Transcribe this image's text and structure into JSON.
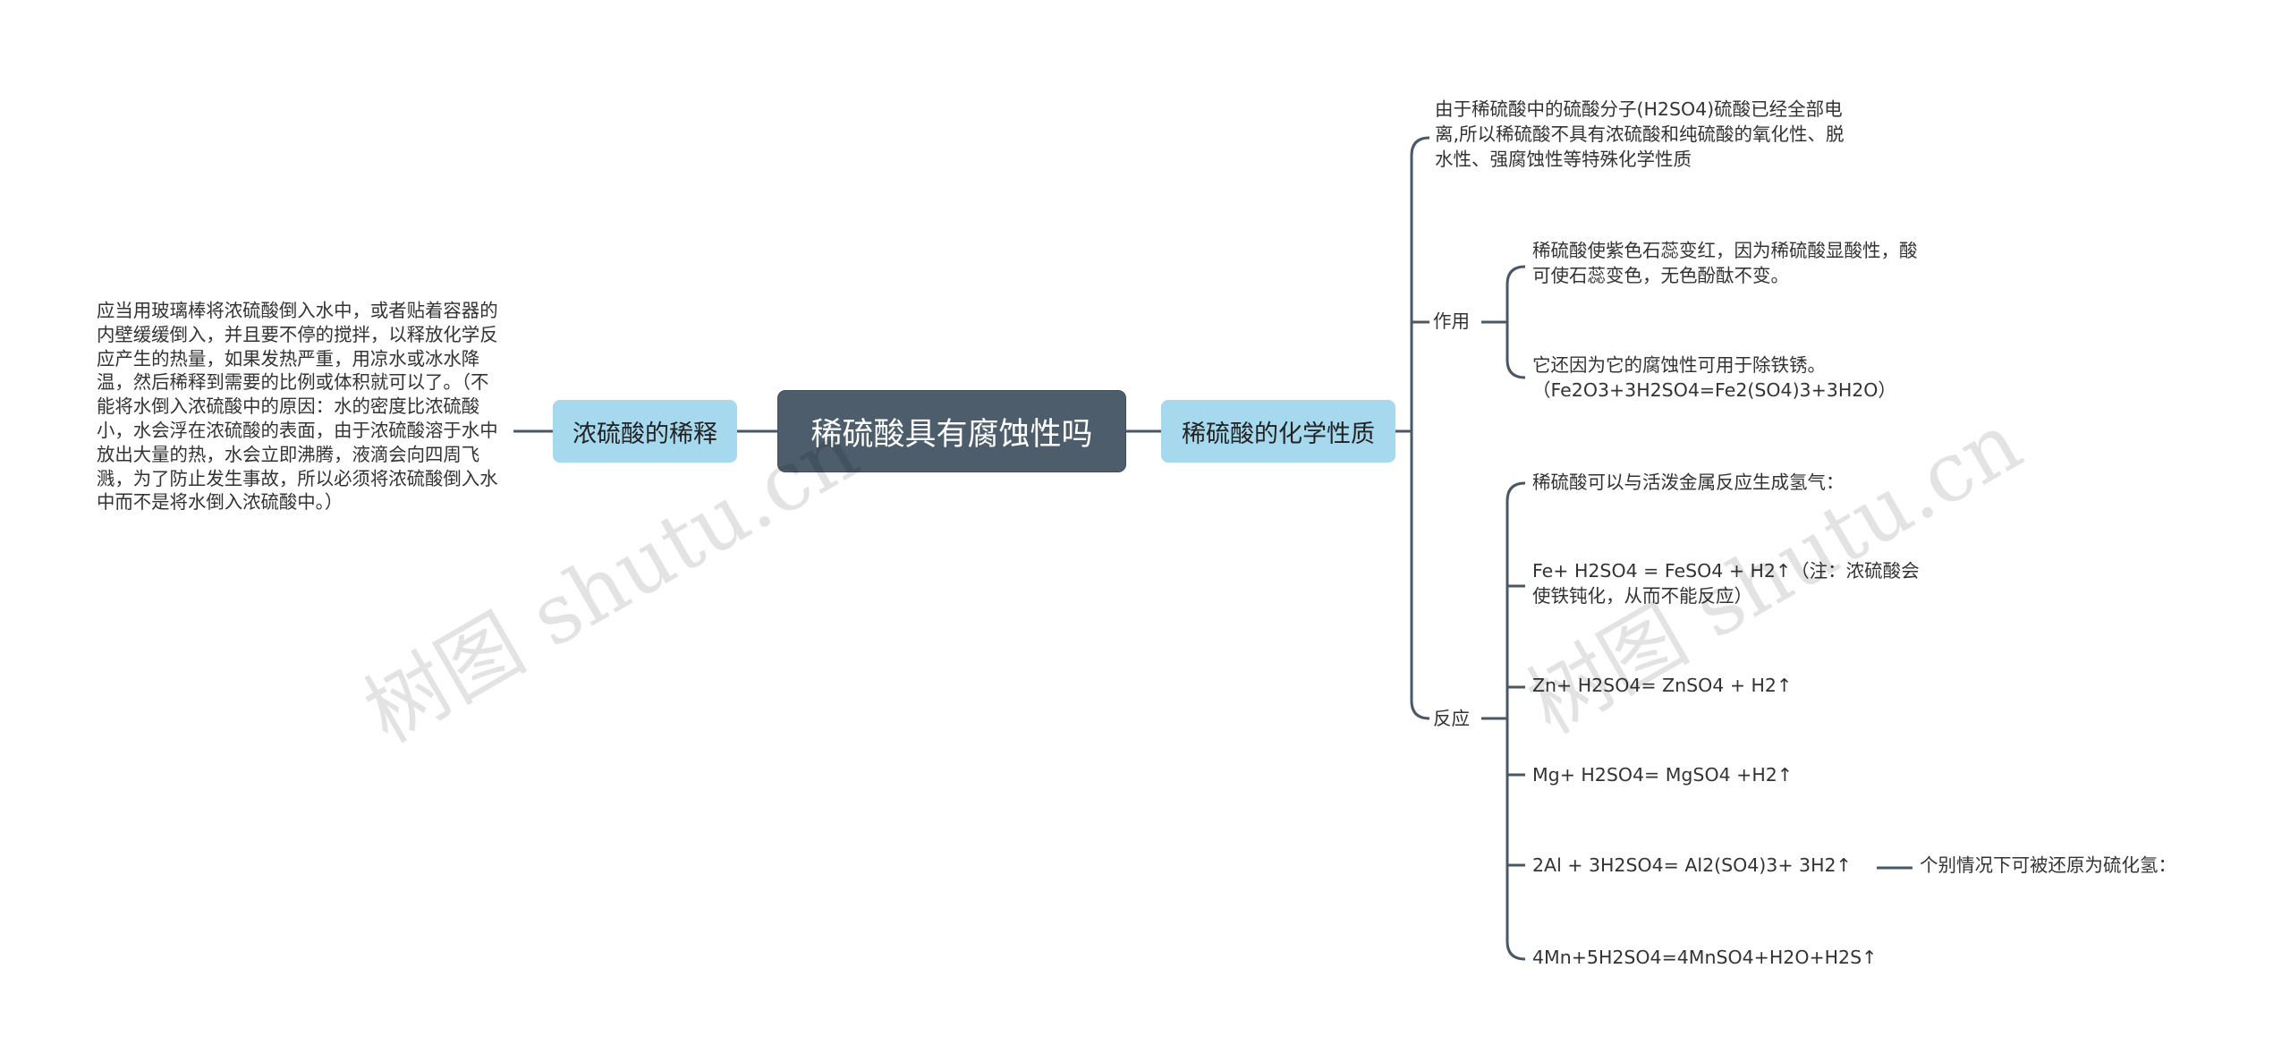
{
  "root": {
    "title": "稀硫酸具有腐蚀性吗"
  },
  "left": {
    "title": "浓硫酸的稀释",
    "text": "应当用玻璃棒将浓硫酸倒入水中，或者贴着容器的内壁缓缓倒入，并且要不停的搅拌，以释放化学反应产生的热量，如果发热严重，用凉水或冰水降温，然后稀释到需要的比例或体积就可以了。（不能将水倒入浓硫酸中的原因：水的密度比浓硫酸小，水会浮在浓硫酸的表面，由于浓硫酸溶于水中放出大量的热，水会立即沸腾，液滴会向四周飞溅，为了防止发生事故，所以必须将浓硫酸倒入水中而不是将水倒入浓硫酸中。）"
  },
  "right": {
    "title": "稀硫酸的化学性质",
    "intro": "由于稀硫酸中的硫酸分子(H2SO4)硫酸已经全部电离,所以稀硫酸不具有浓硫酸和纯硫酸的氧化性、脱水性、强腐蚀性等特殊化学性质",
    "usage": {
      "label": "作用",
      "items": [
        "稀硫酸使紫色石蕊变红，因为稀硫酸显酸性，酸可使石蕊变色，无色酚酞不变。",
        "它还因为它的腐蚀性可用于除铁锈。（Fe2O3+3H2SO4=Fe2(SO4)3+3H2O）"
      ]
    },
    "reaction": {
      "label": "反应",
      "items": [
        "稀硫酸可以与活泼金属反应生成氢气：",
        "Fe+ H2SO4 = FeSO4 + H2↑（注：浓硫酸会使铁钝化，从而不能反应）",
        "Zn+ H2SO4= ZnSO4 + H2↑",
        "Mg+ H2SO4= MgSO4 +H2↑",
        "2Al + 3H2SO4= Al2(SO4)3+ 3H2↑",
        "4Mn+5H2SO4=4MnSO4+H2O+H2S↑"
      ],
      "note": "个别情况下可被还原为硫化氢："
    }
  },
  "watermark": "树图 shutu.cn",
  "colors": {
    "root_bg": "#4d5d6c",
    "sub_bg": "#a6d8ee",
    "line": "#4a5866",
    "text": "#333333"
  }
}
